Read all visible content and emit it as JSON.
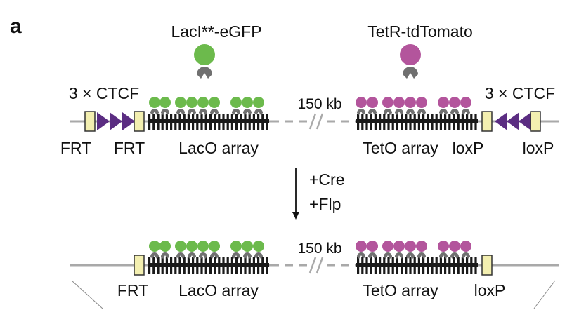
{
  "panel_label": "a",
  "before": {
    "laci_label": "LacI**-eGFP",
    "tetr_label": "TetR-tdTomato",
    "ctcf_left_label": "3 × CTCF",
    "ctcf_right_label": "3 × CTCF",
    "gap_label": "150 kb",
    "frt_label_1": "FRT",
    "frt_label_2": "FRT",
    "laco_label": "LacO array",
    "teto_label": "TetO array",
    "loxp_label_1": "loxP",
    "loxp_label_2": "loxP"
  },
  "recombination": {
    "cre_label": "+Cre",
    "flp_label": "+Flp"
  },
  "after": {
    "gap_label": "150 kb",
    "frt_label": "FRT",
    "laco_label": "LacO array",
    "teto_label": "TetO array",
    "loxp_label": "loxP"
  },
  "colors": {
    "egfp": "#6cba4c",
    "tdtomato": "#b3559c",
    "ctcf": "#5b2d82",
    "site_box": "#f3efb0",
    "repressor": "#707070",
    "chromatin": "#a9a9a9",
    "array_bars": "#1a1a1a"
  }
}
